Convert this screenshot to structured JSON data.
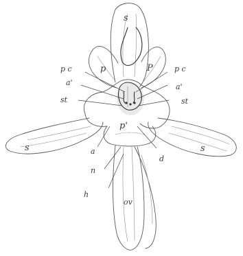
{
  "figure": {
    "labels": {
      "s_top": "s",
      "s_left": "s",
      "s_right": "s",
      "p_left": "p",
      "p_right": "P",
      "p_lip": "p'",
      "pc_left": "p c",
      "pc_right": "p c",
      "a_left": "a'",
      "a_right": "a'",
      "st_left": "st",
      "st_right": "st",
      "a_lower": "a",
      "d_lower": "d",
      "n_lower": "n",
      "h_lower": "h",
      "ov_lower": "ov"
    }
  }
}
